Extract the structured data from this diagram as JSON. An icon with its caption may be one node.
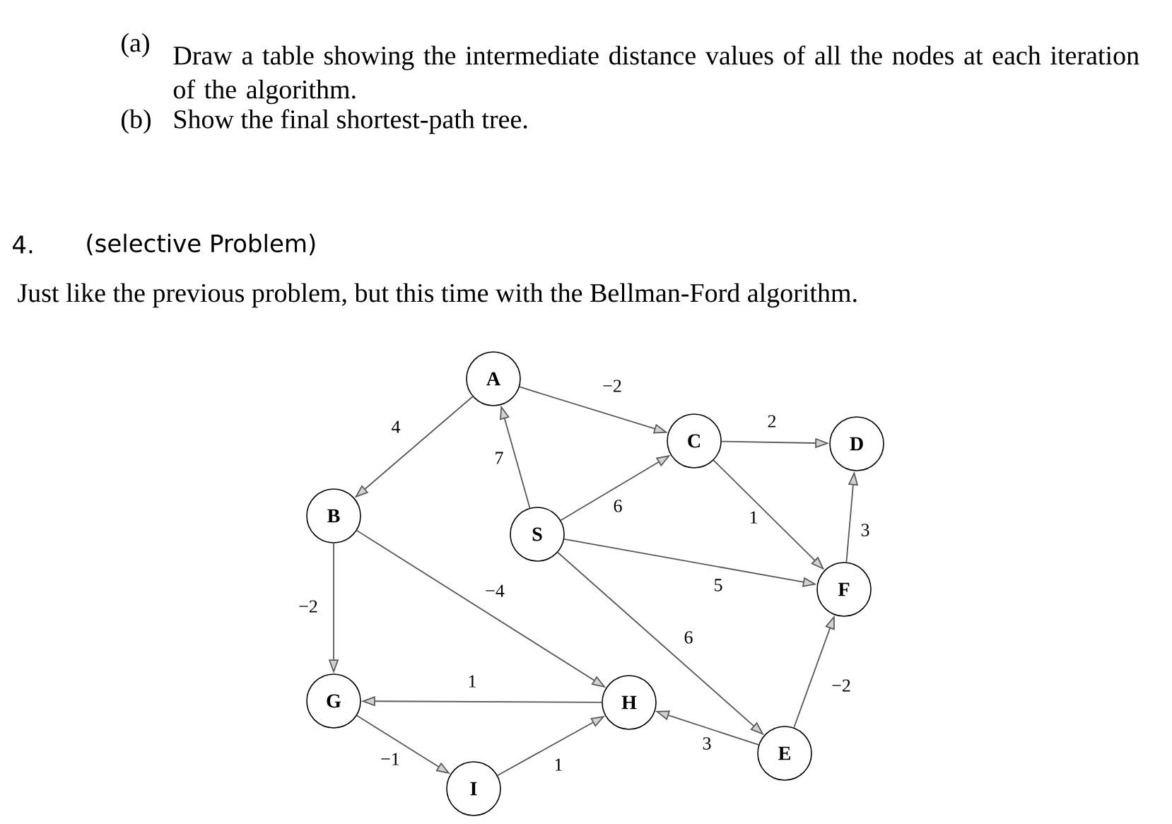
{
  "diagram": {
    "nodes": [
      {
        "text": [
          "A"
        ]
      },
      {
        "text": [
          "C"
        ]
      },
      {
        "text": [
          "D"
        ]
      },
      {
        "text": [
          "B"
        ]
      },
      {
        "text": [
          "S"
        ]
      },
      {
        "text": [
          "F"
        ]
      },
      {
        "text": [
          "G"
        ]
      },
      {
        "text": [
          "H"
        ]
      },
      {
        "text": [
          "E"
        ]
      },
      {
        "text": [
          "I"
        ]
      }
    ],
    "edges": [
      {
        "from": 0,
        "to": 3,
        "arrow": "to",
        "label": "4"
      },
      {
        "from": 4,
        "to": 0,
        "arrow": "to",
        "label": "7"
      },
      {
        "from": 0,
        "to": 1,
        "arrow": "to",
        "label": "−2"
      },
      {
        "from": 4,
        "to": 1,
        "arrow": "to",
        "label": "6"
      },
      {
        "from": 1,
        "to": 2,
        "arrow": "to",
        "label": "2"
      },
      {
        "from": 1,
        "to": 5,
        "arrow": "to",
        "label": "1"
      },
      {
        "from": 5,
        "to": 2,
        "arrow": "to",
        "label": "3"
      },
      {
        "from": 4,
        "to": 5,
        "arrow": "to",
        "label": "5"
      },
      {
        "from": 4,
        "to": 8,
        "arrow": "to",
        "label": "6"
      },
      {
        "from": 3,
        "to": 6,
        "arrow": "to",
        "label": "−2"
      },
      {
        "from": 3,
        "to": 7,
        "arrow": "to",
        "label": "−4"
      },
      {
        "from": 7,
        "to": 6,
        "arrow": "to",
        "label": "1"
      },
      {
        "from": 6,
        "to": 9,
        "arrow": "to",
        "label": "−1"
      },
      {
        "from": 9,
        "to": 7,
        "arrow": "to",
        "label": "1"
      },
      {
        "from": 8,
        "to": 7,
        "arrow": "to",
        "label": "3"
      },
      {
        "from": 8,
        "to": 5,
        "arrow": "to",
        "label": "−2"
      }
    ],
    "labels": [
      "(a)",
      "Draw a table showing the intermediate distance values of all the nodes at each iteration of the algorithm.",
      "(b)",
      "Show the final shortest-path tree.",
      "4.",
      "(selective Problem)",
      "Just like the previous problem, but this time with the Bellman-Ford algorithm."
    ]
  }
}
